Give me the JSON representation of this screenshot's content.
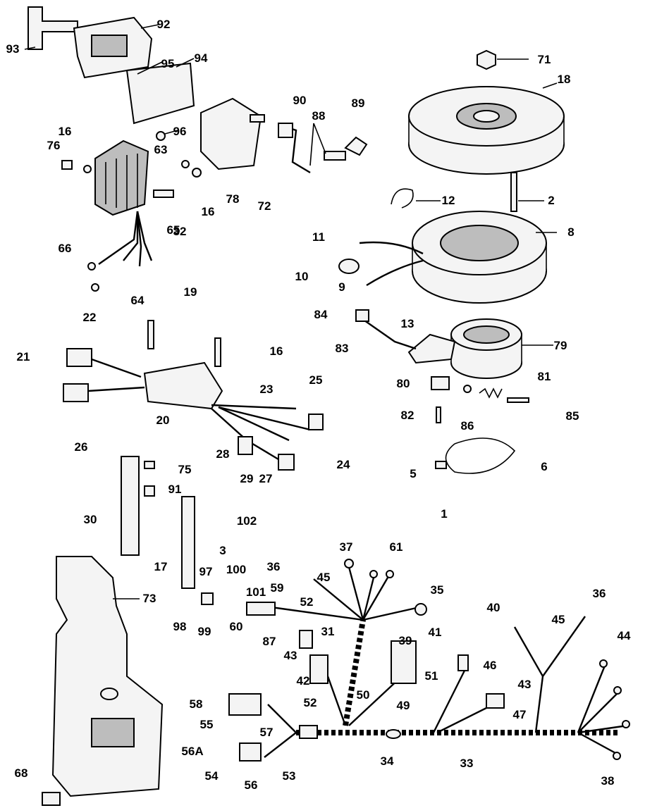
{
  "diagram": {
    "part_numbers": [
      "1",
      "2",
      "3",
      "5",
      "6",
      "8",
      "9",
      "10",
      "11",
      "12",
      "13",
      "16",
      "17",
      "18",
      "19",
      "20",
      "21",
      "22",
      "23",
      "24",
      "25",
      "26",
      "27",
      "28",
      "29",
      "30",
      "31",
      "32",
      "33",
      "34",
      "35",
      "36",
      "37",
      "38",
      "39",
      "40",
      "41",
      "42",
      "43",
      "44",
      "45",
      "46",
      "47",
      "49",
      "50",
      "51",
      "52",
      "53",
      "54",
      "55",
      "56",
      "56A",
      "57",
      "58",
      "59",
      "60",
      "61",
      "63",
      "64",
      "65",
      "66",
      "68",
      "71",
      "72",
      "73",
      "75",
      "76",
      "78",
      "79",
      "80",
      "81",
      "82",
      "83",
      "84",
      "85",
      "86",
      "87",
      "88",
      "89",
      "90",
      "91",
      "92",
      "93",
      "94",
      "95",
      "96",
      "97",
      "98",
      "99",
      "100",
      "101",
      "102"
    ],
    "labels": [
      {
        "text": "93"
      },
      {
        "text": "92"
      },
      {
        "text": "95"
      },
      {
        "text": "94"
      },
      {
        "text": "71"
      },
      {
        "text": "18"
      },
      {
        "text": "16"
      },
      {
        "text": "76"
      },
      {
        "text": "63"
      },
      {
        "text": "96"
      },
      {
        "text": "90"
      },
      {
        "text": "88"
      },
      {
        "text": "89"
      },
      {
        "text": "78"
      },
      {
        "text": "72"
      },
      {
        "text": "16"
      },
      {
        "text": "32"
      },
      {
        "text": "12"
      },
      {
        "text": "2"
      },
      {
        "text": "8"
      },
      {
        "text": "65"
      },
      {
        "text": "66"
      },
      {
        "text": "64"
      },
      {
        "text": "11"
      },
      {
        "text": "10"
      },
      {
        "text": "9"
      },
      {
        "text": "13"
      },
      {
        "text": "84"
      },
      {
        "text": "83"
      },
      {
        "text": "79"
      },
      {
        "text": "19"
      },
      {
        "text": "22"
      },
      {
        "text": "21"
      },
      {
        "text": "16"
      },
      {
        "text": "23"
      },
      {
        "text": "25"
      },
      {
        "text": "20"
      },
      {
        "text": "26"
      },
      {
        "text": "80"
      },
      {
        "text": "81"
      },
      {
        "text": "82"
      },
      {
        "text": "86"
      },
      {
        "text": "85"
      },
      {
        "text": "28"
      },
      {
        "text": "24"
      },
      {
        "text": "29"
      },
      {
        "text": "27"
      },
      {
        "text": "75"
      },
      {
        "text": "5"
      },
      {
        "text": "6"
      },
      {
        "text": "91"
      },
      {
        "text": "1"
      },
      {
        "text": "30"
      },
      {
        "text": "102"
      },
      {
        "text": "17"
      },
      {
        "text": "3"
      },
      {
        "text": "37"
      },
      {
        "text": "61"
      },
      {
        "text": "36"
      },
      {
        "text": "45"
      },
      {
        "text": "100"
      },
      {
        "text": "97"
      },
      {
        "text": "101"
      },
      {
        "text": "59"
      },
      {
        "text": "73"
      },
      {
        "text": "35"
      },
      {
        "text": "52"
      },
      {
        "text": "36"
      },
      {
        "text": "40"
      },
      {
        "text": "98"
      },
      {
        "text": "99"
      },
      {
        "text": "60"
      },
      {
        "text": "45"
      },
      {
        "text": "41"
      },
      {
        "text": "39"
      },
      {
        "text": "87"
      },
      {
        "text": "31"
      },
      {
        "text": "44"
      },
      {
        "text": "43"
      },
      {
        "text": "46"
      },
      {
        "text": "42"
      },
      {
        "text": "51"
      },
      {
        "text": "50"
      },
      {
        "text": "43"
      },
      {
        "text": "58"
      },
      {
        "text": "52"
      },
      {
        "text": "49"
      },
      {
        "text": "47"
      },
      {
        "text": "55"
      },
      {
        "text": "57"
      },
      {
        "text": "56A"
      },
      {
        "text": "34"
      },
      {
        "text": "33"
      },
      {
        "text": "68"
      },
      {
        "text": "54"
      },
      {
        "text": "53"
      },
      {
        "text": "56"
      },
      {
        "text": "38"
      }
    ]
  }
}
